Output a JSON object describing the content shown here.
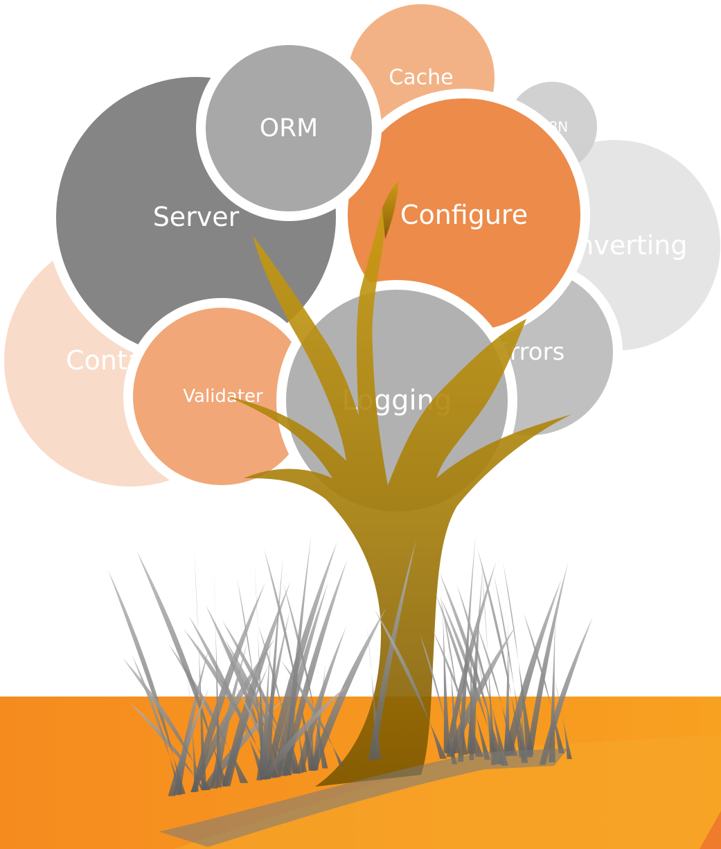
{
  "bubbles": [
    {
      "id": "container",
      "label": "Container",
      "color": "#f8d5c0",
      "opacity": 0.85
    },
    {
      "id": "converting",
      "label": "Converting",
      "color": "#e4e4e4",
      "opacity": 0.95
    },
    {
      "id": "i18n",
      "label": "I18N",
      "color": "#cfcfcf",
      "opacity": 0.95
    },
    {
      "id": "cache",
      "label": "Cache",
      "color": "#f2ae7f",
      "opacity": 0.95
    },
    {
      "id": "errors",
      "label": "Errors",
      "color": "#bdbdbd",
      "opacity": 0.95
    },
    {
      "id": "server",
      "label": "Server",
      "color": "#7c7c7c",
      "opacity": 0.93
    },
    {
      "id": "validater",
      "label": "Validater",
      "color": "#f0a06c",
      "opacity": 0.92
    },
    {
      "id": "configure",
      "label": "Configure",
      "color": "#eb823c",
      "opacity": 0.93
    },
    {
      "id": "orm",
      "label": "ORM",
      "color": "#a3a3a3",
      "opacity": 0.95
    },
    {
      "id": "logging",
      "label": "Logging",
      "color": "#a6a6a6",
      "opacity": 0.88
    }
  ],
  "colors": {
    "ground": "#f7941d",
    "ground_shadow": "#f07a1a",
    "trunk_top": "#c79a10",
    "trunk_bottom": "#7a5600",
    "grass": "#9a9a9a",
    "grass_dark": "#6e6e6e",
    "ring": "#ffffff"
  }
}
